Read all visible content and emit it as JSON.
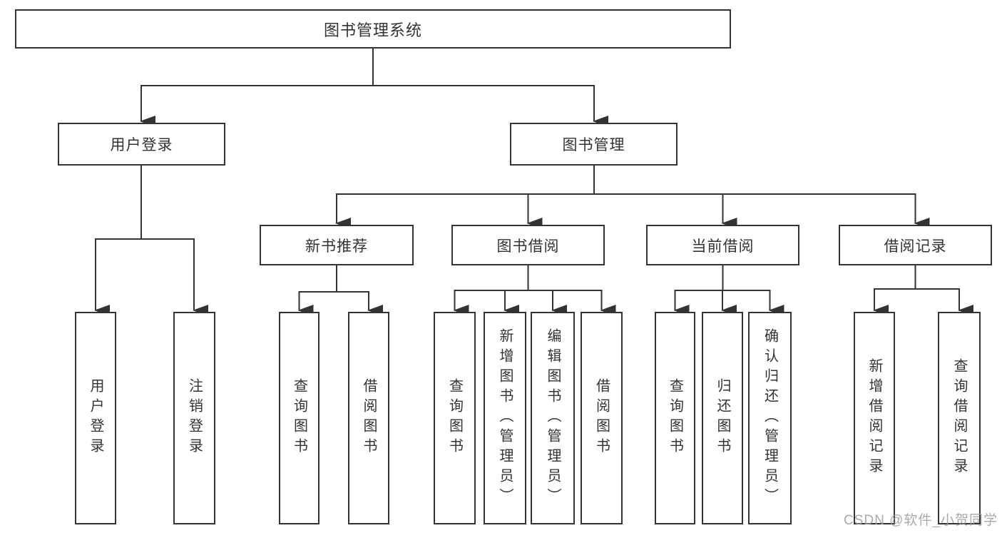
{
  "diagram": {
    "root_label": "图书管理系统",
    "branches": [
      {
        "label": "用户登录",
        "children": [
          {
            "label": "用户登录"
          },
          {
            "label": "注销登录"
          }
        ]
      },
      {
        "label": "图书管理",
        "sections": [
          {
            "label": "新书推荐",
            "children": [
              {
                "label": "查询图书"
              },
              {
                "label": "借阅图书"
              }
            ]
          },
          {
            "label": "图书借阅",
            "children": [
              {
                "label": "查询图书"
              },
              {
                "label": "新增图书（管理员）"
              },
              {
                "label": "编辑图书（管理员）"
              },
              {
                "label": "借阅图书"
              }
            ]
          },
          {
            "label": "当前借阅",
            "children": [
              {
                "label": "查询图书"
              },
              {
                "label": "归还图书"
              },
              {
                "label": "确认归还（管理员）"
              }
            ]
          },
          {
            "label": "借阅记录",
            "children": [
              {
                "label": "新增借阅记录"
              },
              {
                "label": "查询借阅记录"
              }
            ]
          }
        ]
      }
    ]
  },
  "watermark": {
    "text": "CSDN @软件_小贺同学"
  },
  "colors": {
    "line": "#333333",
    "box_border": "#333333",
    "background": "#ffffff",
    "watermark": "#9b9b9b"
  }
}
